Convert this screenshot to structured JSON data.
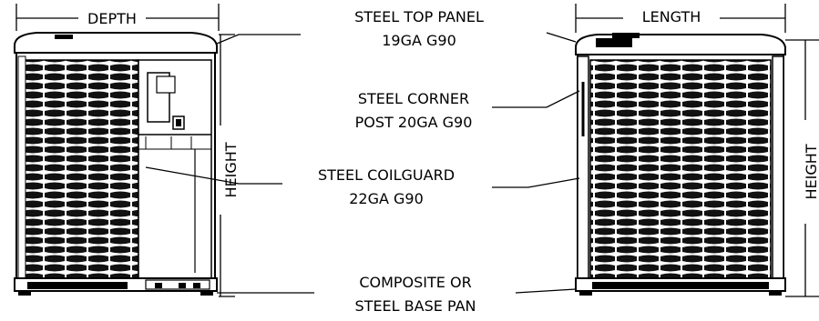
{
  "dimensions": {
    "depth": "DEPTH",
    "length": "LENGTH",
    "height_left": "HEIGHT",
    "height_right": "HEIGHT"
  },
  "callouts": {
    "top_panel": {
      "line1": "STEEL TOP PANEL",
      "line2": "19GA G90"
    },
    "corner_post": {
      "line1": "STEEL CORNER",
      "line2": "POST 20GA G90"
    },
    "coilguard": {
      "line1": "STEEL COILGUARD",
      "line2": "22GA G90"
    },
    "base_pan": {
      "line1": "COMPOSITE OR",
      "line2": "STEEL BASE PAN"
    }
  },
  "colors": {
    "ink": "#000000",
    "background": "#ffffff"
  }
}
